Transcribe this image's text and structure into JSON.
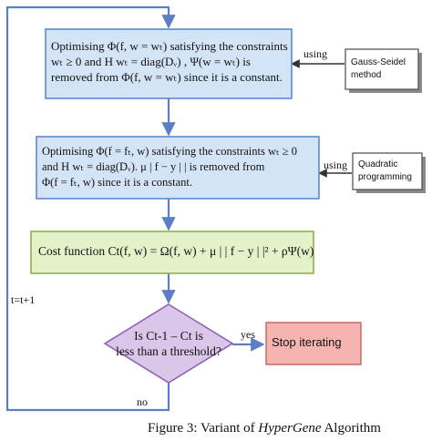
{
  "steps": {
    "step1": {
      "lines": [
        "Optimising Φ(f, w = wₜ) satisfying the constraints",
        "wₜ ≥ 0 and H wₜ  = diag(Dᵥ) , Ψ(w = wₜ) is",
        "removed from Φ(f, w = wₜ) since it is a constant."
      ],
      "method_connector": "using",
      "method": [
        "Gauss-Seidel",
        "method"
      ]
    },
    "step2": {
      "lines": [
        "Optimising Φ(f = fₜ, w) satisfying the constraints wₜ ≥ 0",
        "and H wₜ  = diag(Dᵥ).  μ | f − y | | is removed from",
        "Φ(f = fₜ, w) since it is a constant."
      ],
      "method_connector": "using",
      "method": [
        "Quadratic",
        "programming"
      ]
    },
    "step3": {
      "text": "Cost function Ct(f, w) = Ω(f, w) + μ | | f − y | |² + ρΨ(w)"
    }
  },
  "decision": {
    "lines": [
      "Is Ct-1 – Ct is",
      "less than a threshold?"
    ],
    "yes_label": "yes",
    "no_label": "no",
    "yes_target": "Stop iterating"
  },
  "loop_label": "t=t+1",
  "caption": {
    "prefix": "Figure 3: Variant of ",
    "emphasis": "HyperGene",
    "suffix": " Algorithm"
  },
  "colors": {
    "step_fill": "#d4e4f7",
    "step_border": "#5b8bd0",
    "cost_fill": "#e4f2c9",
    "cost_border": "#8fb04d",
    "decision_fill": "#d9c6e9",
    "decision_border": "#8e63b4",
    "stop_fill": "#f5b4b0",
    "stop_border": "#c9625c",
    "method_fill": "#ffffff",
    "method_border": "#4a4a4a",
    "method_shadow": "#8a8a8a",
    "arrow": "#5b7fc4"
  }
}
